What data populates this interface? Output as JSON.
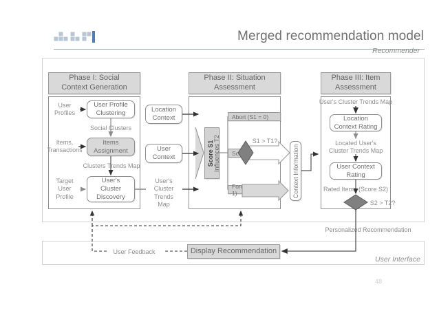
{
  "slide": {
    "title": "Merged recommendation model",
    "page_number": "48",
    "logo_name": "tetris-blocks-logo",
    "accent_color": "#8aa4bf",
    "shade_color": "#d9d9d9",
    "diamond_color": "#808080"
  },
  "frames": {
    "recommender_label": "Recommender",
    "user_interface_label": "User Interface"
  },
  "phase1": {
    "header": "Phase I: Social\nContext Generation",
    "header_line1": "Phase I: Social",
    "header_line2": "Context Generation",
    "inputs": [
      {
        "label_line1": "User",
        "label_line2": "Profiles"
      },
      {
        "label_line1": "Items,",
        "label_line2": "Transactions"
      },
      {
        "label_line1": "Target",
        "label_line2": "User",
        "label_line3": "Profile"
      }
    ],
    "nodes": [
      {
        "line1": "User Profile",
        "line2": "Clustering"
      },
      {
        "line1": "Items",
        "line2": "Assignment"
      },
      {
        "line1": "User's",
        "line2": "Cluster",
        "line3": "Discovery"
      }
    ],
    "edge_labels": [
      "Social Clusters",
      "Clusters Trends Map"
    ]
  },
  "context_column": {
    "nodes": [
      {
        "line1": "Location",
        "line2": "Context"
      },
      {
        "line1": "User",
        "line2": "Context"
      }
    ],
    "trends_label_line1": "User's",
    "trends_label_line2": "Cluster",
    "trends_label_line3": "Trends",
    "trends_label_line4": "Map"
  },
  "phase2": {
    "header_line1": "Phase II: Situation",
    "header_line2": "Assessment",
    "score_bar_bold": "Score S1",
    "score_bar_sub": "Influences T2",
    "rows": [
      {
        "label": "Abort (S1 = 0)"
      },
      {
        "label": "Score S1"
      },
      {
        "label": "Forced Rec. (S1 = 1)"
      }
    ],
    "decision_label": "S1 > T1?",
    "context_information": "Context Information"
  },
  "phase3": {
    "header_line1": "Phase III: Item",
    "header_line2": "Assessment",
    "input_label": "User's Cluster Trends Map",
    "nodes": [
      {
        "line1": "Location",
        "line2": "Context Rating"
      },
      {
        "line1": "User Context",
        "line2": "Rating"
      }
    ],
    "edge_label_1_line1": "Located User's",
    "edge_label_1_line2": "Cluster Trends Map",
    "edge_label_2": "Rated Items (Score S2)",
    "decision_label": "S2 > T2?"
  },
  "bottom": {
    "personalized_recommendation": "Personalized Recommendation",
    "user_feedback": "User Feedback",
    "display_recommendation": "Display Recommendation"
  }
}
